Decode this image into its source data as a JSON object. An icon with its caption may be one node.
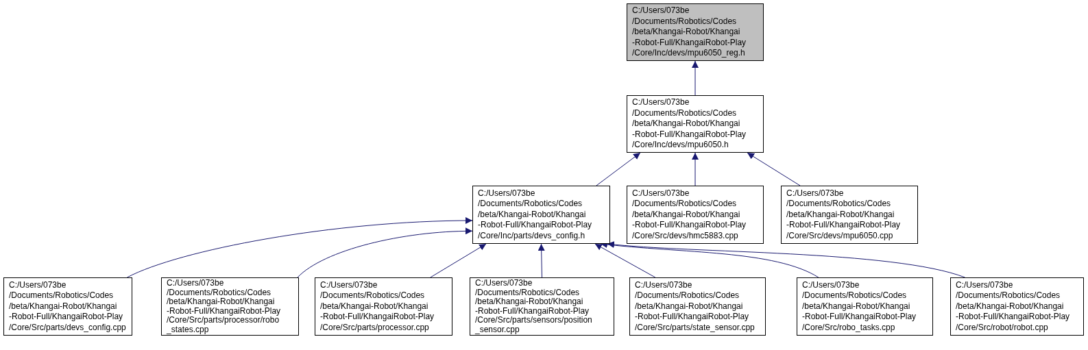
{
  "diagram": {
    "nodes": [
      {
        "text": [
          "C:/Users/073be /Documents/Robotics/Codes /beta/Khangai-Robot/Khangai -Robot-Full/KhangaiRobot-Play /Core/Inc/devs/mpu6050_reg.h"
        ]
      },
      {
        "text": [
          "C:/Users/073be /Documents/Robotics/Codes /beta/Khangai-Robot/Khangai -Robot-Full/KhangaiRobot-Play /Core/Inc/devs/mpu6050.h"
        ]
      },
      {
        "text": [
          "C:/Users/073be /Documents/Robotics/Codes /beta/Khangai-Robot/Khangai -Robot-Full/KhangaiRobot-Play /Core/Inc/parts/devs_config.h"
        ]
      },
      {
        "text": [
          "C:/Users/073be /Documents/Robotics/Codes /beta/Khangai-Robot/Khangai -Robot-Full/KhangaiRobot-Play /Core/Src/devs/hmc5883.cpp"
        ]
      },
      {
        "text": [
          "C:/Users/073be /Documents/Robotics/Codes /beta/Khangai-Robot/Khangai -Robot-Full/KhangaiRobot-Play /Core/Src/devs/mpu6050.cpp"
        ]
      },
      {
        "text": [
          "C:/Users/073be /Documents/Robotics/Codes /beta/Khangai-Robot/Khangai -Robot-Full/KhangaiRobot-Play /Core/Src/parts/devs_config.cpp"
        ]
      },
      {
        "text": [
          "C:/Users/073be /Documents/Robotics/Codes /beta/Khangai-Robot/Khangai -Robot-Full/KhangaiRobot-Play /Core/Src/parts/processor/robo _states.cpp"
        ]
      },
      {
        "text": [
          "C:/Users/073be /Documents/Robotics/Codes /beta/Khangai-Robot/Khangai -Robot-Full/KhangaiRobot-Play /Core/Src/parts/processor.cpp"
        ]
      },
      {
        "text": [
          "C:/Users/073be /Documents/Robotics/Codes /beta/Khangai-Robot/Khangai -Robot-Full/KhangaiRobot-Play /Core/Src/parts/sensors/position _sensor.cpp"
        ]
      },
      {
        "text": [
          "C:/Users/073be /Documents/Robotics/Codes /beta/Khangai-Robot/Khangai -Robot-Full/KhangaiRobot-Play /Core/Src/parts/state_sensor.cpp"
        ]
      },
      {
        "text": [
          "C:/Users/073be /Documents/Robotics/Codes /beta/Khangai-Robot/Khangai -Robot-Full/KhangaiRobot-Play /Core/Src/robo_tasks.cpp"
        ]
      },
      {
        "text": [
          "C:/Users/073be /Documents/Robotics/Codes /beta/Khangai-Robot/Khangai -Robot-Full/KhangaiRobot-Play /Core/Src/robot/robot.cpp"
        ]
      }
    ],
    "edges": [
      {
        "from": 1,
        "to": 0,
        "arrow": "to"
      },
      {
        "from": 2,
        "to": 1,
        "arrow": "to"
      },
      {
        "from": 3,
        "to": 1,
        "arrow": "to"
      },
      {
        "from": 4,
        "to": 1,
        "arrow": "to"
      },
      {
        "from": 5,
        "to": 2,
        "arrow": "to"
      },
      {
        "from": 6,
        "to": 2,
        "arrow": "to"
      },
      {
        "from": 7,
        "to": 2,
        "arrow": "to"
      },
      {
        "from": 8,
        "to": 2,
        "arrow": "to"
      },
      {
        "from": 9,
        "to": 2,
        "arrow": "to"
      },
      {
        "from": 10,
        "to": 2,
        "arrow": "to"
      },
      {
        "from": 11,
        "to": 2,
        "arrow": "to"
      }
    ]
  }
}
